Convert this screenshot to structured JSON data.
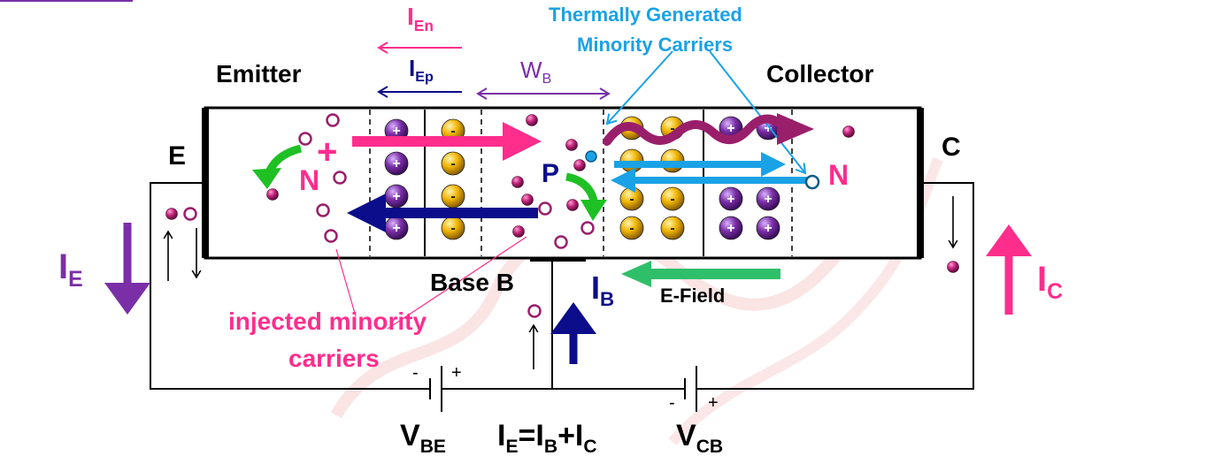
{
  "labels": {
    "i_en": "I",
    "i_en_sub": "En",
    "i_ep": "I",
    "i_ep_sub": "Ep",
    "w_b": "W",
    "w_b_sub": "B",
    "thermal_line1": "Thermally Generated",
    "thermal_line2": "Minority Carriers",
    "emitter": "Emitter",
    "collector": "Collector",
    "e_terminal": "E",
    "c_terminal": "C",
    "n_emitter": "N",
    "p_base": "P",
    "n_collector": "N",
    "plus_sign": "+",
    "base_b": "Base B",
    "i_b": "I",
    "i_b_sub": "B",
    "e_field": "E-Field",
    "i_e": "I",
    "i_e_sub": "E",
    "i_c": "I",
    "i_c_sub": "C",
    "injected_line1": "injected minority",
    "injected_line2": "carriers",
    "v_be": "V",
    "v_be_sub": "BE",
    "v_cb": "V",
    "v_cb_sub": "CB",
    "eq_ie": "I",
    "eq_ie_sub": "E",
    "eq_eq": "=",
    "eq_ib": "I",
    "eq_ib_sub": "B",
    "eq_plus": "+",
    "eq_ic": "I",
    "eq_ic_sub": "C",
    "bat_be_minus": "-",
    "bat_be_plus": "+",
    "bat_cb_minus": "-",
    "bat_cb_plus": "+",
    "ion_plus": "+",
    "ion_minus": "-"
  },
  "colors": {
    "magenta": "#ff2d8c",
    "navy": "#0b0d8a",
    "purple": "#7a2fa6",
    "cyan": "#1aa2e6",
    "green": "#1ec024",
    "maroon": "#9a1f6b",
    "gold": "#f0b400",
    "black": "#000000"
  },
  "icons": {
    "hole": "hollow-circle",
    "electron": "filled-ball",
    "donor_ion": "purple-plus-sphere",
    "acceptor_ion": "gold-minus-sphere"
  }
}
